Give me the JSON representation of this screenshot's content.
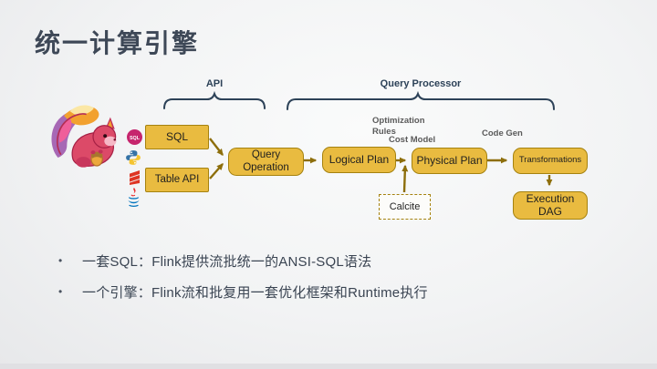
{
  "slide": {
    "title": "统一计算引擎",
    "bullets": [
      "一套SQL：Flink提供流批统一的ANSI-SQL语法",
      "一个引擎：Flink流和批复用一套优化框架和Runtime执行"
    ]
  },
  "diagram": {
    "group_labels": {
      "api": "API",
      "query_processor": "Query Processor"
    },
    "annotations": {
      "optimization_rules": "Optimization\nRules",
      "cost_model": "Cost Model",
      "code_gen": "Code Gen"
    },
    "boxes": {
      "sql": "SQL",
      "table_api": "Table API",
      "query_operation": "Query\nOperation",
      "logical_plan": "Logical Plan",
      "physical_plan": "Physical Plan",
      "transformations": "Transformations",
      "execution_dag": "Execution\nDAG",
      "calcite": "Calcite"
    },
    "icon_labels": {
      "sql_badge": "SQL"
    },
    "colors": {
      "box_fill": "#e9bb40",
      "box_border": "#a5820f",
      "arrow": "#8d6e0b",
      "bracket_navy": "#2d4258",
      "annotation_gray": "#5a5a5a",
      "title_text": "#3e4857",
      "body_text": "#3a4452",
      "sql_badge": "#c6256d",
      "flink_pink": "#dc4a68"
    }
  }
}
